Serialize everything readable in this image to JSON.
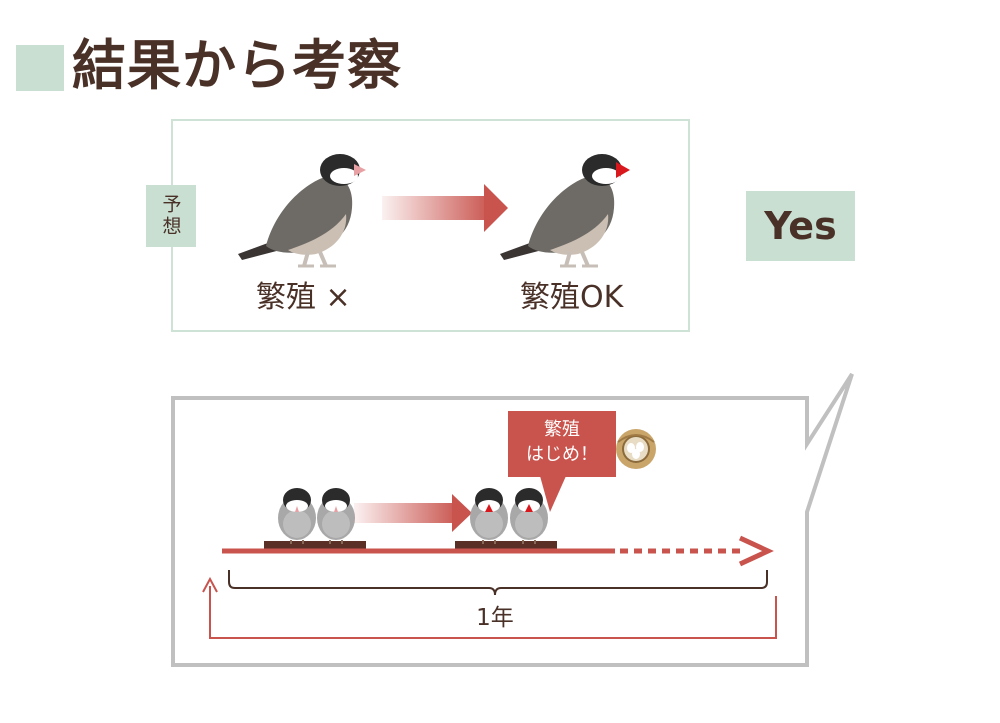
{
  "title": "結果から考察",
  "prediction": {
    "tag": "予想",
    "before_label": "繁殖 ×",
    "after_label": "繁殖OK"
  },
  "result": "Yes",
  "timeline": {
    "bubble_text_line1": "繁殖",
    "bubble_text_line2": "はじめ！",
    "duration_label": "1年"
  },
  "colors": {
    "accent_green": "#c8dfd2",
    "accent_red": "#c9544e",
    "text_brown": "#4a3128",
    "frame_gray": "#c0c0c0"
  }
}
